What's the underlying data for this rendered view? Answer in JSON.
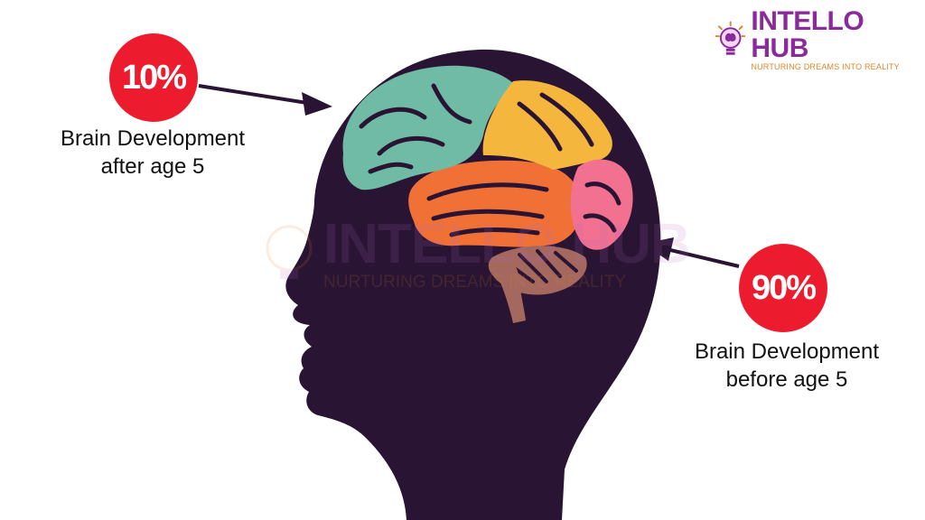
{
  "colors": {
    "badge": "#ec1c2e",
    "silhouette": "#2a1433",
    "frontal_lobe": "#6fbba5",
    "parietal_lobe": "#f4b63d",
    "temporal_lobe": "#f07036",
    "occipital_lobe": "#f27090",
    "cerebellum": "#a5685e",
    "brain_stem": "#a5685e",
    "logo_purple": "#8b2a9b",
    "logo_orange": "#e0872a"
  },
  "brand": {
    "name": "INTELLO HUB",
    "tagline": "NURTURING DREAMS INTO REALITY",
    "icon": "lightbulb-brain-icon"
  },
  "callouts": {
    "after": {
      "percent": "10%",
      "line1": "Brain Development",
      "line2": "after age 5"
    },
    "before": {
      "percent": "90%",
      "line1": "Brain Development",
      "line2": "before age 5"
    }
  }
}
